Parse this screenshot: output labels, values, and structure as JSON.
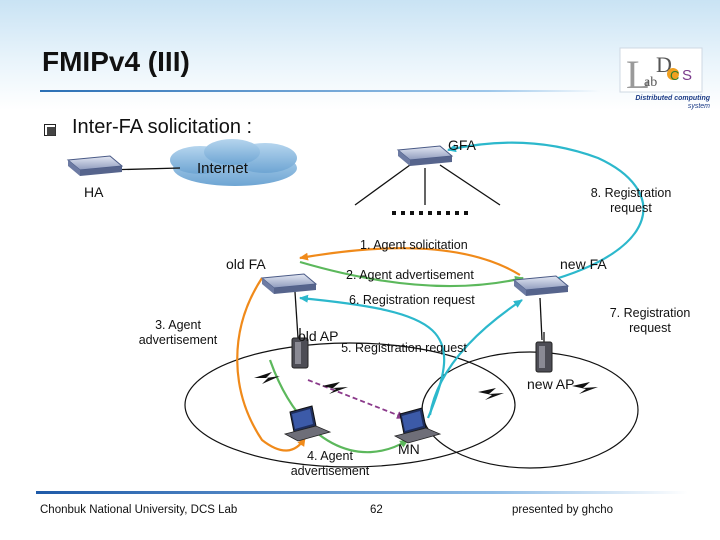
{
  "slide": {
    "title": "FMIPv4 (III)",
    "bullet": "Inter-FA solicitation :"
  },
  "logo": {
    "letters": "LabDCS",
    "subtitle_line1": "Distributed computing",
    "subtitle_line2": "system"
  },
  "nodes": {
    "internet": "Internet",
    "ha": "HA",
    "gfa": "GFA",
    "old_fa": "old FA",
    "new_fa": "new FA",
    "old_ap": "old AP",
    "new_ap": "new AP",
    "mn": "MN"
  },
  "messages": {
    "m1": "1. Agent solicitation",
    "m2": "2. Agent advertisement",
    "m3": "3. Agent advertisement",
    "m4": "4. Agent advertisement",
    "m5": "5. Registration request",
    "m6": "6. Registration request",
    "m7": "7. Registration request",
    "m8": "8. Registration request"
  },
  "colors": {
    "orange": "#f08a1a",
    "green": "#5cb85c",
    "teal": "#2cb8cc",
    "purple": "#8b3a8b"
  },
  "footer": {
    "left": "Chonbuk National University, DCS Lab",
    "page": "62",
    "right": "presented by ghcho"
  }
}
